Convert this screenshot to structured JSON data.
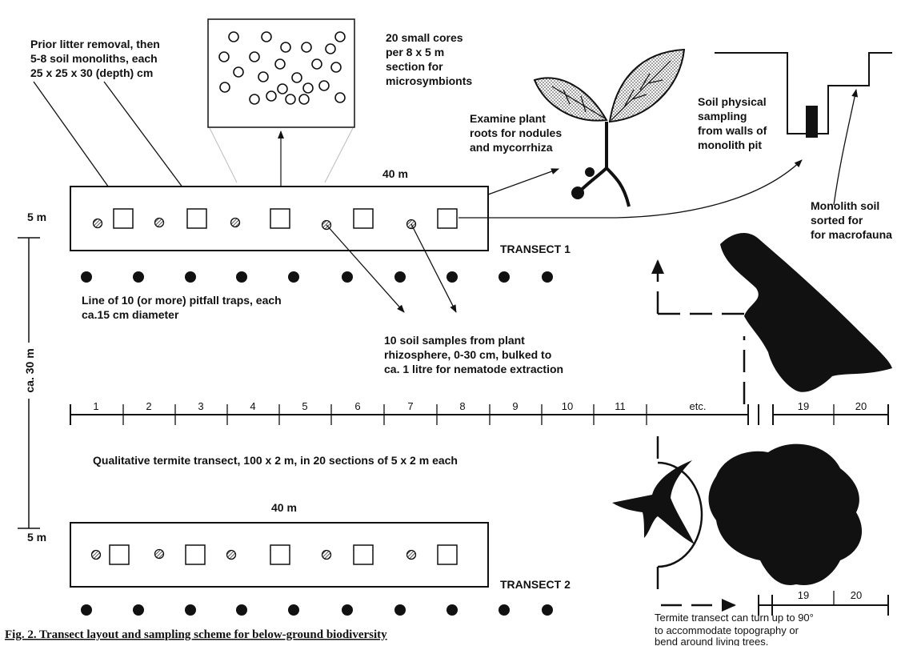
{
  "colors": {
    "ink": "#111111",
    "paper": "#ffffff"
  },
  "labels": {
    "litter_note": [
      "Prior litter removal, then",
      "5-8 soil  monoliths, each",
      "25 x 25 x 30 (depth) cm"
    ],
    "cores_note": [
      "20 small cores",
      "per 8 x  5 m",
      "section for",
      "microsymbionts"
    ],
    "plant_note": [
      "Examine plant",
      "roots for nodules",
      "and mycorrhiza"
    ],
    "soil_phys_note": [
      "Soil physical",
      "sampling",
      "from walls of",
      "monolith pit"
    ],
    "macrofauna_note": [
      "Monolith soil",
      "sorted for",
      "for macrofauna"
    ],
    "transect_length_top": "40 m",
    "transect_width_top": "5 m",
    "transect1_name": "TRANSECT 1",
    "pitfall_note": [
      "Line of 10 (or more) pitfall traps, each",
      "ca.15 cm diameter"
    ],
    "rhizo_note": [
      "10  soil samples from plant",
      "rhizosphere, 0-30 cm, bulked to",
      "ca. 1 litre for nematode extraction"
    ],
    "spacing": "ca. 30 m",
    "termite_sections": [
      "1",
      "2",
      "3",
      "4",
      "5",
      "6",
      "7",
      "8",
      "9",
      "10",
      "11",
      "etc.",
      "19",
      "20"
    ],
    "termite_note": "Qualitative termite transect, 100 x 2 m, in 20 sections of 5 x 2 m each",
    "transect_length_bottom": "40 m",
    "transect_width_bottom": "5 m",
    "transect2_name": "TRANSECT 2",
    "turn_sections": [
      "19",
      "20"
    ],
    "turn_note": [
      "Termite transect can turn up to 90°",
      "to accommodate topography or",
      "bend around living trees."
    ],
    "caption": "Fig. 2.  Transect layout and sampling scheme for below-ground biodiversity"
  }
}
